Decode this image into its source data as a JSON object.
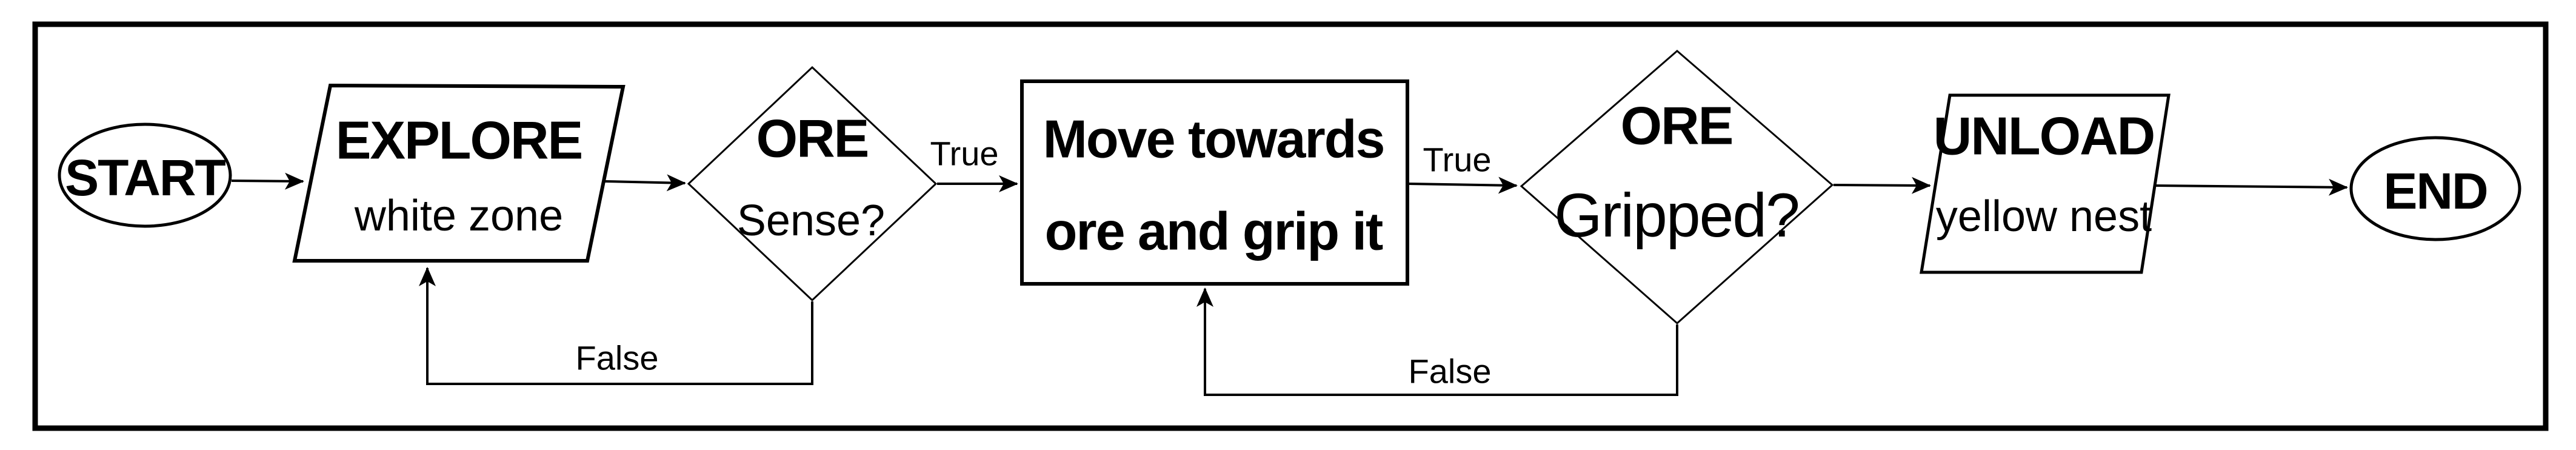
{
  "flowchart": {
    "background": "#ffffff",
    "stroke_color": "#000000",
    "nodes": {
      "start": {
        "label": "START"
      },
      "explore": {
        "title": "EXPLORE",
        "subtitle": "white zone"
      },
      "ore_sense": {
        "title": "ORE",
        "subtitle": "Sense?"
      },
      "move_grip": {
        "line1": "Move towards",
        "line2": "ore and grip it"
      },
      "ore_gripped": {
        "title": "ORE",
        "subtitle": "Gripped?"
      },
      "unload": {
        "title": "UNLOAD",
        "subtitle": "yellow nest"
      },
      "end": {
        "label": "END"
      }
    },
    "edge_labels": {
      "sense_true": "True",
      "gripped_true": "True",
      "sense_false": "False",
      "gripped_false": "False"
    }
  }
}
